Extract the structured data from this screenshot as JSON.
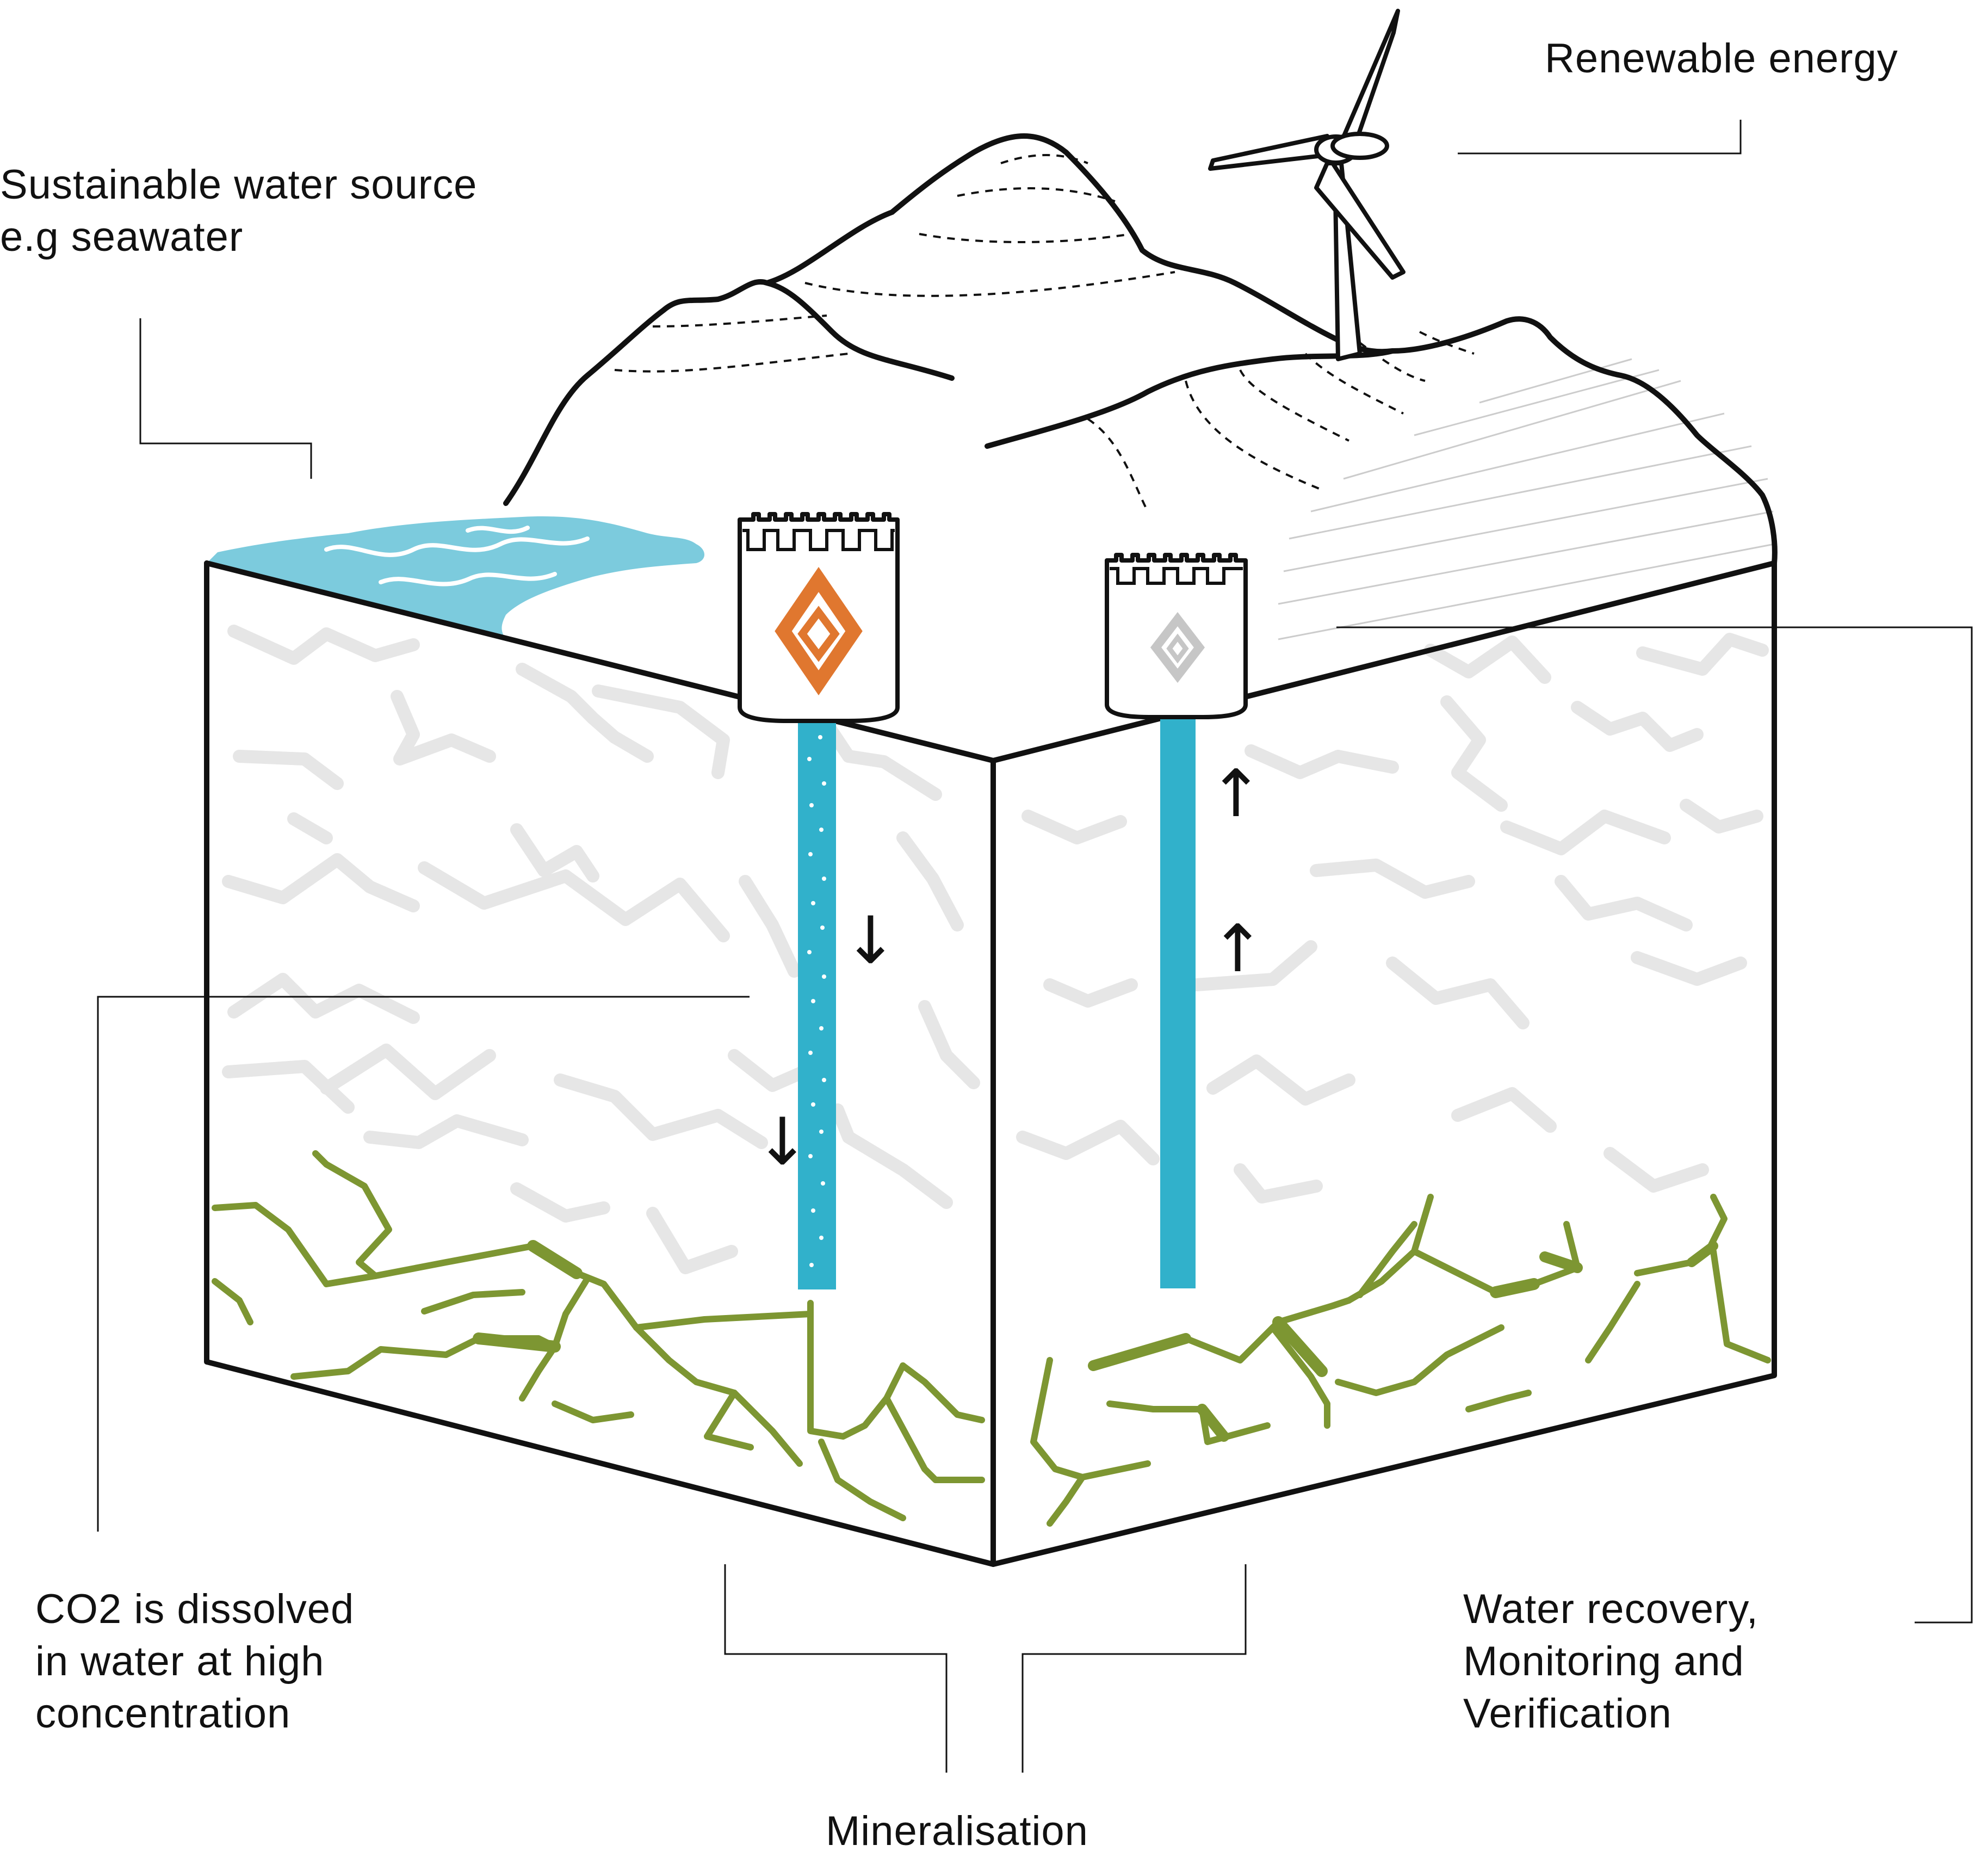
{
  "labels": {
    "renewable_energy": "Renewable energy",
    "water_source": [
      "Sustainable water source",
      "e.g seawater"
    ],
    "co2_dissolved": [
      "CO2 is dissolved",
      "in water at high",
      "concentration"
    ],
    "water_recovery": [
      "Water recovery,",
      "Monitoring and",
      "Verification"
    ],
    "mineralisation": "Mineralisation"
  },
  "flow_arrows": {
    "down": "↓",
    "up": "↑"
  },
  "colors": {
    "outline": "#111111",
    "water": "#7ccbdd",
    "pipe": "#31b1cb",
    "mineral": "#7d9632",
    "rock_cracks": "#e6e6e6",
    "injection_logo": "#e0772f",
    "monitoring_logo": "#c6c6c6"
  },
  "icons": {
    "wind_turbine": "wind-turbine-icon",
    "injection_well_logo": "diamond-logo-icon",
    "monitoring_well_logo": "diamond-logo-icon"
  }
}
